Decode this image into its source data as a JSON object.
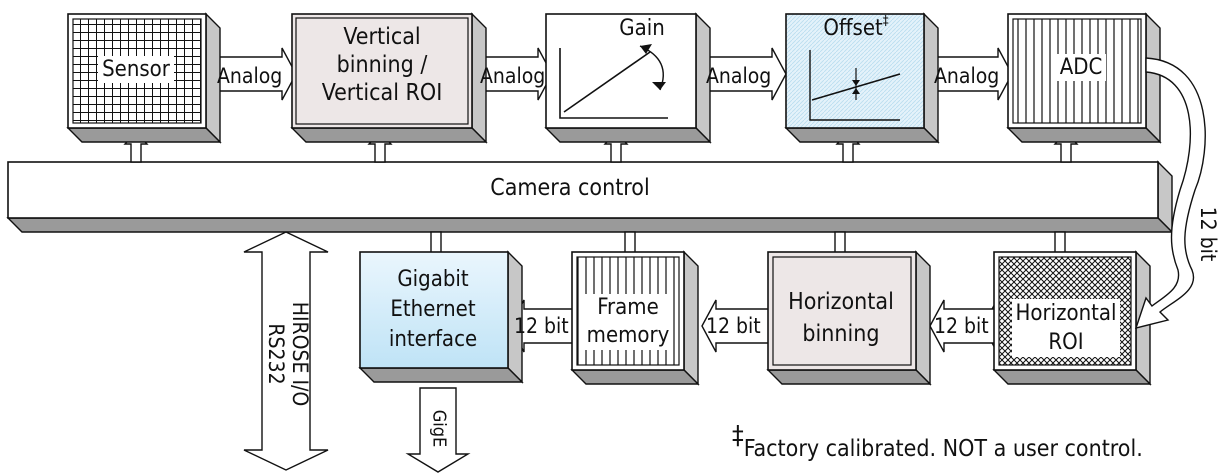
{
  "blocks": {
    "sensor": "Sensor",
    "vertical": "Vertical\nbinning /\nVertical ROI",
    "gain": "Gain",
    "offset": "Offset",
    "offset_mark": "‡",
    "adc": "ADC",
    "gige_interface": "Gigabit\nEthernet\ninterface",
    "frame_memory": "Frame\nmemory",
    "horizontal_binning": "Horizontal\nbinning",
    "horizontal_roi": "Horizontal\nROI"
  },
  "bus": {
    "label": "Camera control"
  },
  "signals": {
    "analog_1": "Analog",
    "analog_2": "Analog",
    "analog_3": "Analog",
    "analog_4": "Analog",
    "adc_out": "12 bit",
    "roi_to_binning": "12 bit",
    "binning_to_memory": "12 bit",
    "memory_to_interface": "12 bit",
    "io_line1": "HIROSE I/O",
    "io_line2": "RS232",
    "gige": "GigE"
  },
  "footnote": {
    "mark": "‡",
    "text": "Factory calibrated. NOT a user control."
  },
  "colors": {
    "line": "#111111",
    "box_fill": "#ffffff",
    "vertical_fill": "#ede7e7",
    "offset_fill": "#e4f2fa",
    "gige_fill_top": "#eaf6fd",
    "gige_fill_bottom": "#bfe3f6",
    "horizontal_binning_fill": "#ede7e7",
    "bevel_right": "#c7c7c7",
    "bevel_bottom": "#9a9a9a"
  }
}
